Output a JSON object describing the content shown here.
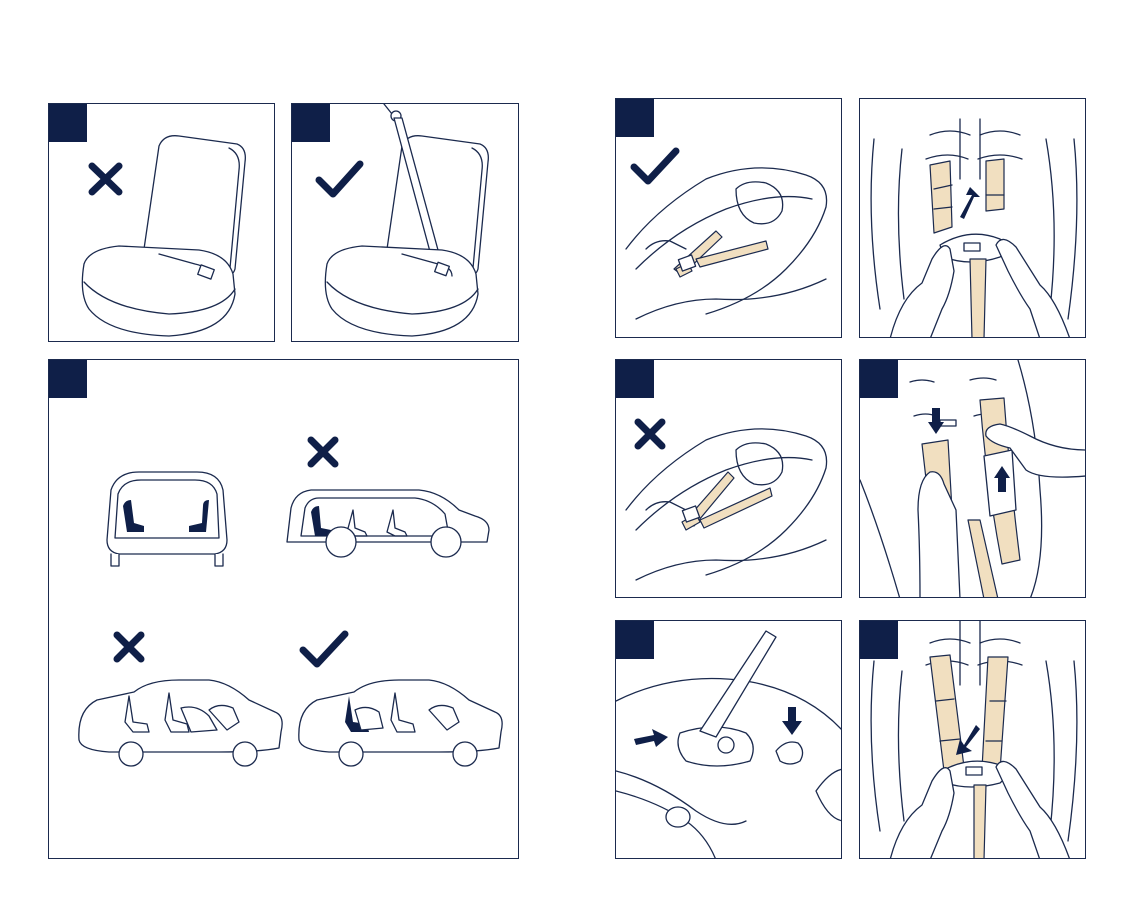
{
  "colors": {
    "badge": "#0f1f48",
    "line": "#1b2a4e",
    "strap": "#f1dfc0",
    "background": "#ffffff"
  },
  "panels": [
    {
      "id": "lap-belt-only",
      "mark": "cross-icon"
    },
    {
      "id": "three-point-belt",
      "mark": "check-icon"
    },
    {
      "id": "vehicle-positions",
      "marks": [
        "cross-icon",
        "cross-icon",
        "check-icon"
      ]
    },
    {
      "id": "harness-correct",
      "mark": "check-icon"
    },
    {
      "id": "harness-slots-up",
      "mark": "arrow-up-icon"
    },
    {
      "id": "harness-incorrect",
      "mark": "cross-icon"
    },
    {
      "id": "shoulder-pads-adjust",
      "mark": "arrow-icon"
    },
    {
      "id": "handle-release",
      "mark": "arrow-icon"
    },
    {
      "id": "harness-buckle-pull",
      "mark": "arrow-icon"
    }
  ]
}
